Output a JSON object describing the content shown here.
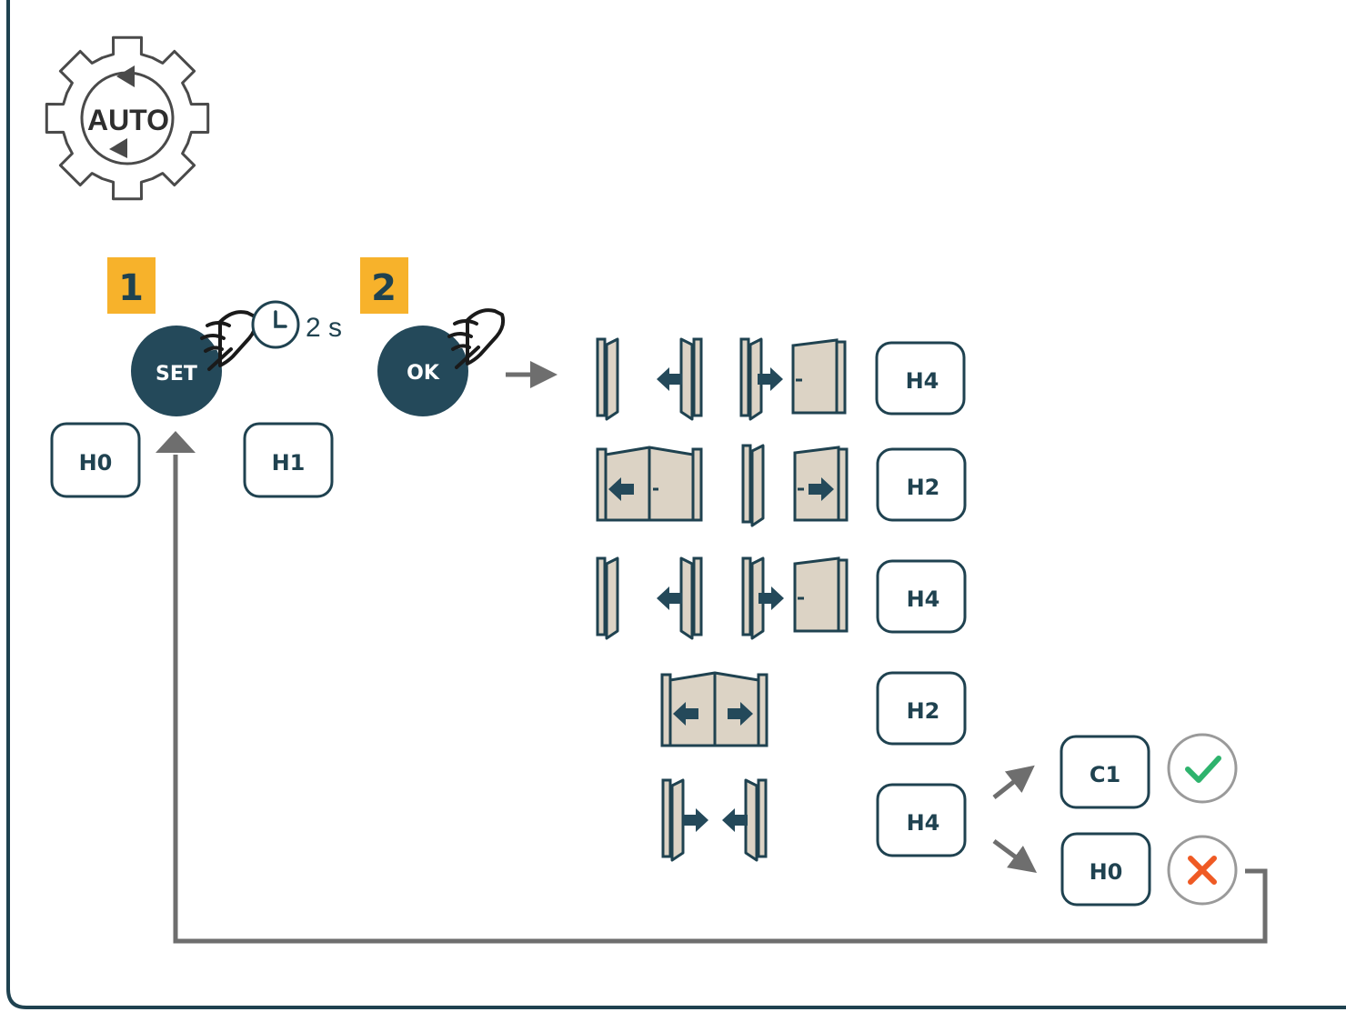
{
  "mode_icon": {
    "text": "AUTO",
    "icon": "gear-auto-icon"
  },
  "steps": [
    {
      "number": "1",
      "button": "SET",
      "hold_time": "2 s",
      "icon": "press-hand-icon"
    },
    {
      "number": "2",
      "button": "OK",
      "icon": "press-hand-icon"
    }
  ],
  "displays": {
    "before": "H0",
    "after_set": "H1",
    "row1": "H4",
    "row2": "H2",
    "row3": "H4",
    "row4": "H2",
    "row5": "H4",
    "success": "C1",
    "failure": "H0"
  },
  "status_icons": {
    "success": "check-icon",
    "failure": "cross-icon"
  },
  "colors": {
    "frame": "#1f4250",
    "button_fill": "#24495a",
    "step_badge": "#f7b22b",
    "gate_fill": "#dcd3c5",
    "arrow_gray": "#6e6e6e",
    "check": "#2eb36d",
    "cross": "#ef5a24"
  }
}
